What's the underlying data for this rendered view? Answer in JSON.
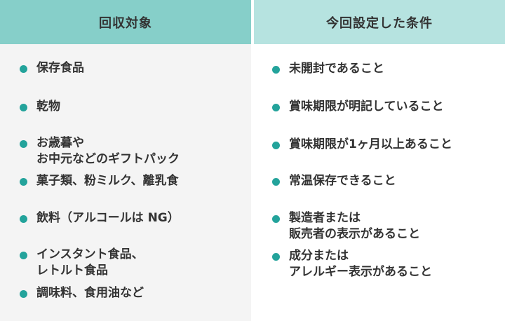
{
  "colors": {
    "accent": "#23a39b",
    "left_header": "#86cfc9",
    "right_header": "#b6e3e0"
  },
  "left": {
    "header": "回収対象",
    "items": [
      {
        "lines": [
          "保存食品"
        ]
      },
      {
        "lines": [
          "乾物"
        ]
      },
      {
        "lines": [
          "お歳暮や",
          "お中元などのギフトパック"
        ]
      },
      {
        "lines": [
          "菓子類、粉ミルク、離乳食"
        ]
      },
      {
        "lines": [
          "飲料（アルコールは NG）"
        ]
      },
      {
        "lines": [
          "インスタント食品、",
          "レトルト食品"
        ]
      },
      {
        "lines": [
          "調味料、食用油など"
        ]
      }
    ]
  },
  "right": {
    "header": "今回設定した条件",
    "items": [
      {
        "lines": [
          "未開封であること"
        ]
      },
      {
        "lines": [
          "賞味期限が明記していること"
        ]
      },
      {
        "lines": [
          "賞味期限が1ヶ月以上あること"
        ]
      },
      {
        "lines": [
          "常温保存できること"
        ]
      },
      {
        "lines": [
          "製造者または",
          "販売者の表示があること"
        ]
      },
      {
        "lines": [
          "成分または",
          "アレルギー表示があること"
        ]
      }
    ]
  }
}
